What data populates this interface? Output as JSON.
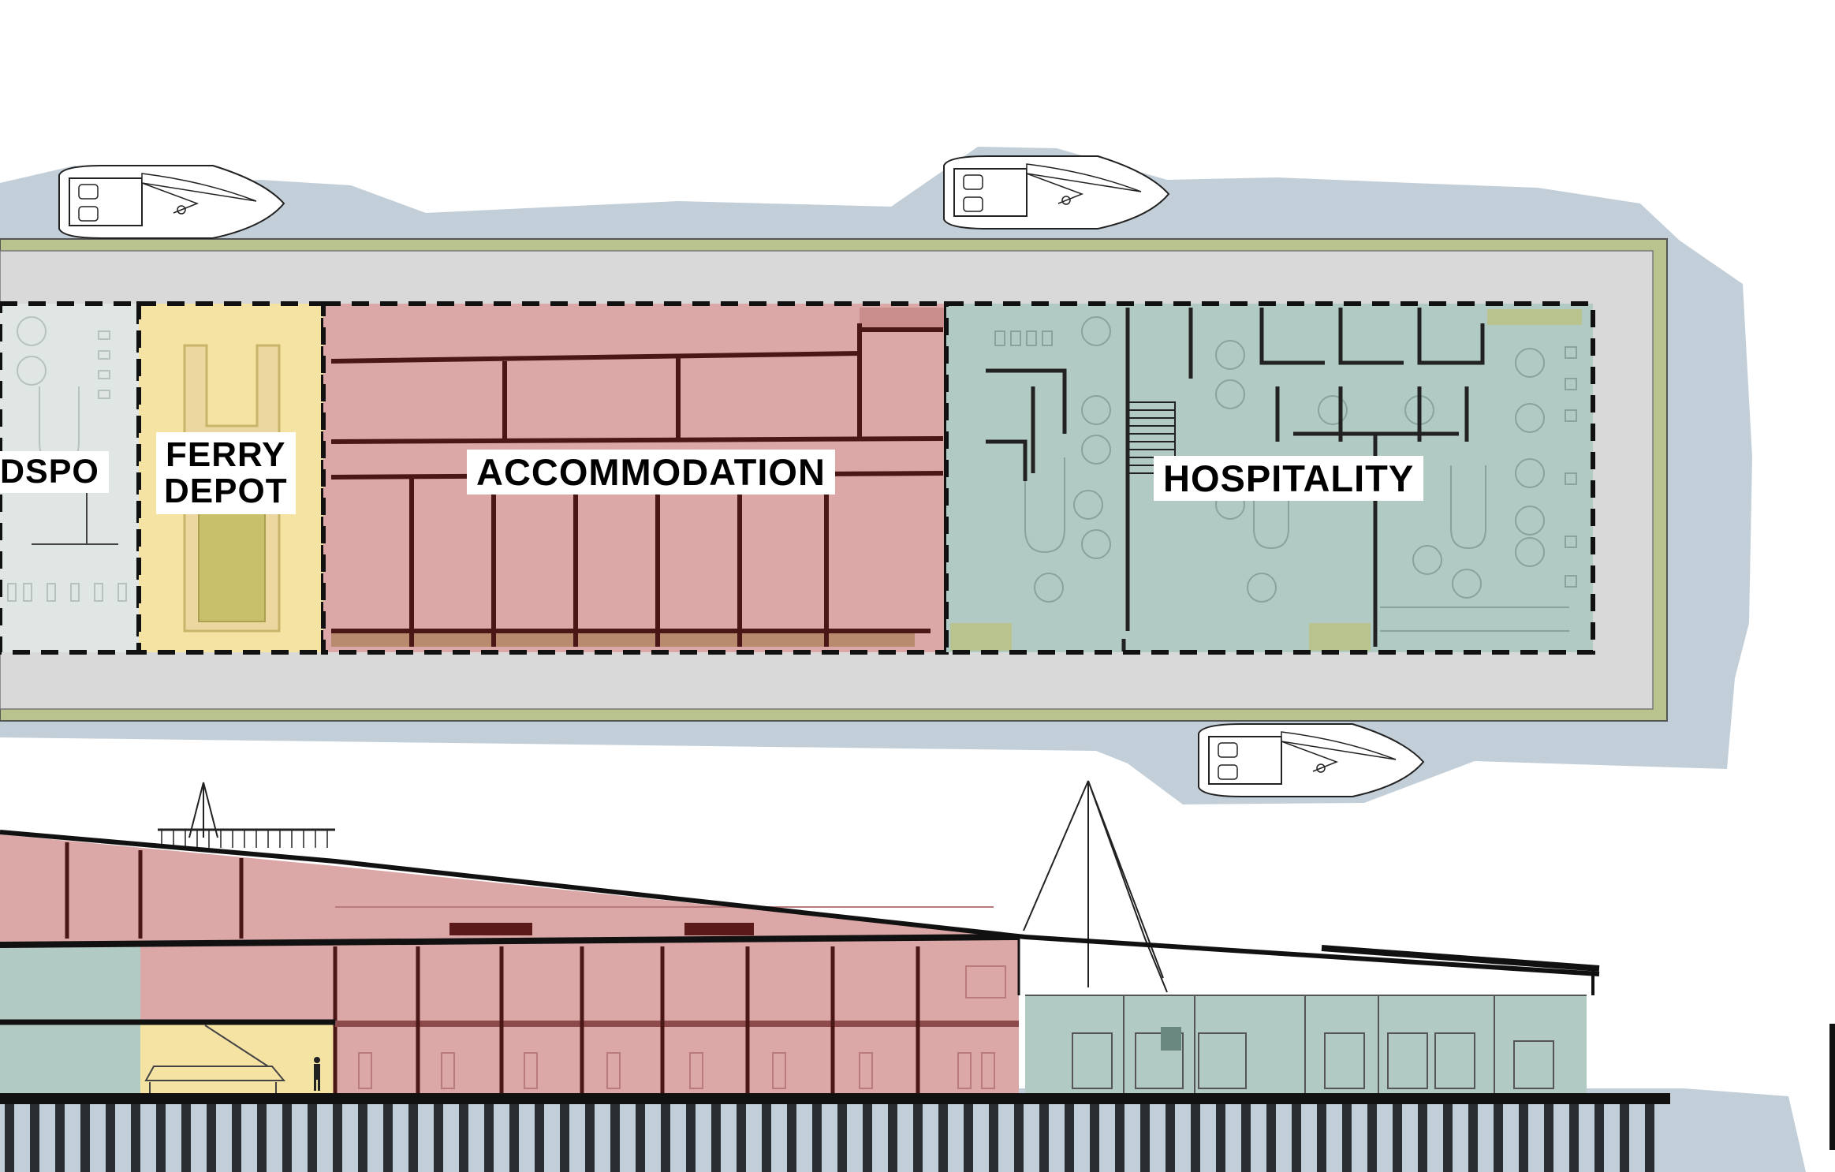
{
  "labels": {
    "podspo": "DSPO",
    "ferry_line1": "FERRY",
    "ferry_line2": "DEPOT",
    "accommodation": "ACCOMMODATION",
    "hospitality": "HOSPITALITY"
  },
  "colors": {
    "water": "#c3cfd8",
    "pier": "#d9d9d9",
    "grass": "#b9c38e",
    "podspo_zone": "#dfe6e4",
    "ferry_zone": "#f5e3a4",
    "accommodation_zone": "#dca8a7",
    "hospitality_zone": "#b1cbc4",
    "wall_dark": "#4a1616",
    "ink": "#111111"
  }
}
